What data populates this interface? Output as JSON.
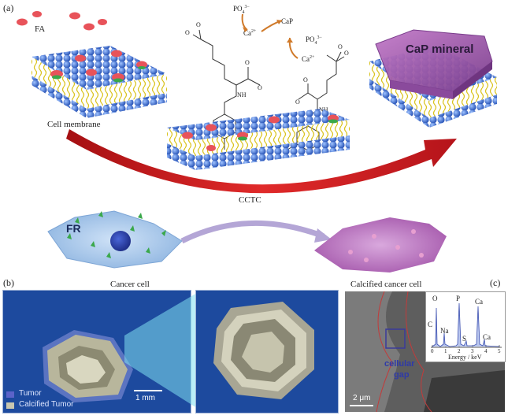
{
  "panel_a": {
    "label": "(a)",
    "fa_label": "FA",
    "cell_membrane_label": "Cell membrane",
    "phosphate_top": "PO",
    "phosphate_top_sub": "4",
    "phosphate_top_sup": "3−",
    "calcium_top": "Ca",
    "calcium_top_sup": "2+",
    "cap_label": "CaP",
    "phosphate_right": "PO",
    "phosphate_right_sub": "4",
    "phosphate_right_sup": "3−",
    "calcium_right": "Ca",
    "calcium_right_sup": "2+",
    "nh_left": "NH",
    "nh_right": "NH",
    "o_minus_1": "O",
    "o_minus_2": "O",
    "mineral_label": "CaP mineral",
    "process_label": "CCTC",
    "fr_label": "FR",
    "cancer_cell_label": "Cancer cell",
    "calcified_cell_label": "Calcified cancer cell"
  },
  "panel_b": {
    "label": "(b)",
    "legend_tumor": "Tumor",
    "legend_calcified": "Calcified Tumor",
    "scale_bar": "1 mm"
  },
  "panel_c": {
    "label": "(c)",
    "gap_label_1": "cellular",
    "gap_label_2": "gap",
    "scale_bar": "2 μm",
    "eds_xlabel": "Energy / keV",
    "eds_ticks": [
      "0",
      "1",
      "2",
      "3",
      "4",
      "5"
    ],
    "eds_peaks": [
      "O",
      "C",
      "Na",
      "P",
      "S",
      "Ca",
      "Ca"
    ]
  },
  "colors": {
    "membrane_blue": "#3d6fd0",
    "lipid_tail": "#d9c21a",
    "fa_red": "#e8535a",
    "receptor_green": "#3aa84a",
    "arrow_red": "#c21a1a",
    "mineral_purple": "#9a4fa8",
    "micro_ct_bg": "#1d4a9e"
  }
}
